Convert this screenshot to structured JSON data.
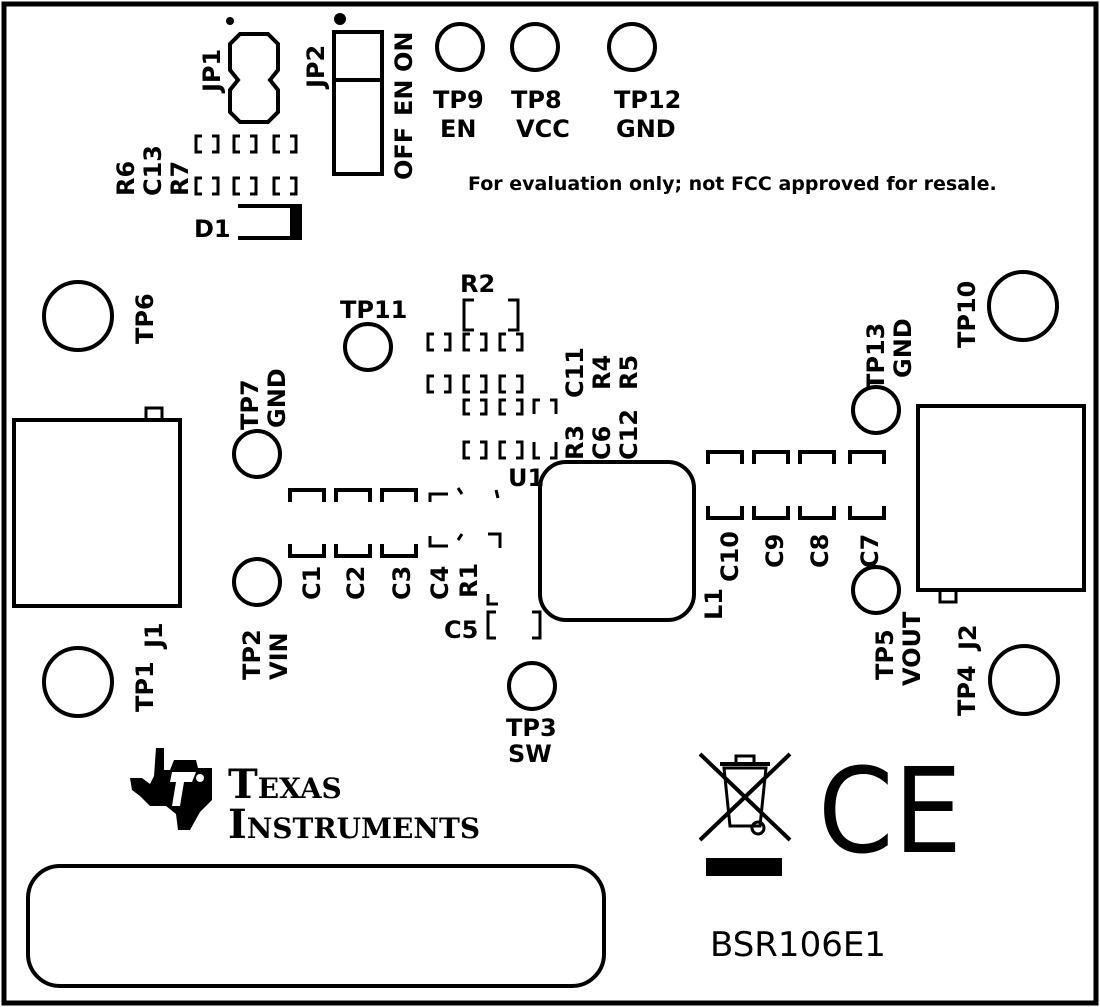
{
  "note": "For evaluation only; not FCC approved for resale.",
  "board_id": "BSR106E1",
  "logo": {
    "line1": "Texas",
    "line2": "Instruments",
    "icon": "ti-logo-icon"
  },
  "symbols": {
    "weee": "weee-crossed-bin-icon",
    "ce": "CE"
  },
  "jumpers": {
    "jp1": "JP1",
    "jp2": "JP2",
    "jp2_off": "OFF",
    "jp2_en": "EN",
    "jp2_on": "ON"
  },
  "connectors": {
    "j1": "J1",
    "j2": "J2"
  },
  "test_points": {
    "tp1": "TP1",
    "tp2": "TP2",
    "tp2_net": "VIN",
    "tp3": "TP3",
    "tp3_net": "SW",
    "tp4": "TP4",
    "tp5": "TP5",
    "tp5_net": "VOUT",
    "tp6": "TP6",
    "tp7": "TP7",
    "tp7_net": "GND",
    "tp8": "TP8",
    "tp8_net": "VCC",
    "tp9": "TP9",
    "tp9_net": "EN",
    "tp10": "TP10",
    "tp11": "TP11",
    "tp12": "TP12",
    "tp12_net": "GND",
    "tp13": "TP13",
    "tp13_net": "GND"
  },
  "components": {
    "u1": "U1",
    "l1": "L1",
    "d1": "D1",
    "r1": "R1",
    "r2": "R2",
    "r3": "R3",
    "r4": "R4",
    "r5": "R5",
    "r6": "R6",
    "r7": "R7",
    "c1": "C1",
    "c2": "C2",
    "c3": "C3",
    "c4": "C4",
    "c5": "C5",
    "c6": "C6",
    "c7": "C7",
    "c8": "C8",
    "c9": "C9",
    "c10": "C10",
    "c11": "C11",
    "c12": "C12",
    "c13": "C13"
  }
}
